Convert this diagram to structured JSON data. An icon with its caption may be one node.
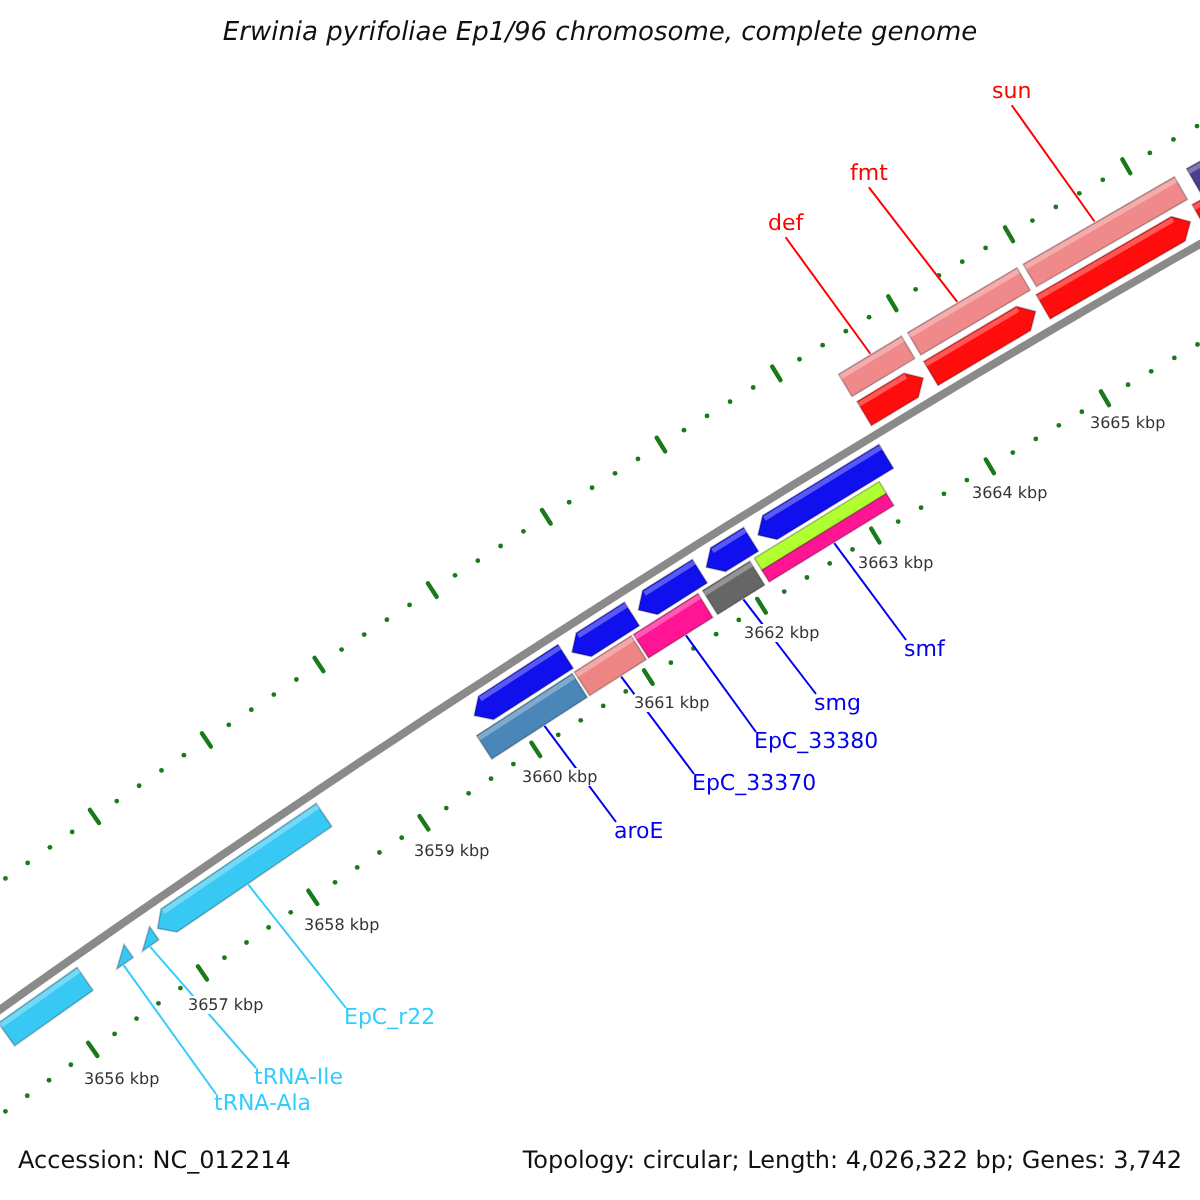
{
  "diagram": {
    "title": "Erwinia pyrifoliae Ep1/96 chromosome, complete genome",
    "nodes": [
      {
        "text": [
          "sun"
        ]
      },
      {
        "text": [
          "fmt"
        ]
      },
      {
        "text": [
          "def"
        ]
      },
      {
        "text": [],
        "shape": "bar"
      },
      {
        "text": [],
        "shape": "bar"
      },
      {
        "text": [],
        "shape": "bar"
      },
      {
        "text": [],
        "shape": "bar"
      },
      {
        "text": [],
        "shape": "arrow"
      },
      {
        "text": [],
        "shape": "arrow"
      },
      {
        "text": [],
        "shape": "arrow"
      },
      {
        "text": [],
        "shape": "bar"
      },
      {
        "text": [],
        "shape": "arrow"
      },
      {
        "text": [],
        "shape": "arrow"
      },
      {
        "text": [],
        "shape": "arrow"
      },
      {
        "text": [],
        "shape": "arrow"
      },
      {
        "text": [],
        "shape": "arrow"
      },
      {
        "text": [],
        "shape": "bar"
      },
      {
        "text": [],
        "shape": "bar"
      },
      {
        "text": [],
        "shape": "bar"
      },
      {
        "text": [],
        "shape": "bar"
      },
      {
        "text": [],
        "shape": "bar"
      },
      {
        "text": [],
        "shape": "bar"
      },
      {
        "text": [],
        "shape": "bar"
      },
      {
        "text": [],
        "shape": "triangle"
      },
      {
        "text": [],
        "shape": "triangle"
      },
      {
        "text": [],
        "shape": "arrow"
      },
      {
        "text": [
          "smf"
        ]
      },
      {
        "text": [
          "smg"
        ]
      },
      {
        "text": [
          "EpC_33380"
        ]
      },
      {
        "text": [
          "EpC_33370"
        ]
      },
      {
        "text": [
          "aroE"
        ]
      },
      {
        "text": [
          "EpC_r22"
        ]
      },
      {
        "text": [
          "tRNA-Ile"
        ]
      },
      {
        "text": [
          "tRNA-Ala"
        ]
      }
    ],
    "edges": [
      {
        "from": 0,
        "to": 6,
        "arrow": "none",
        "color": "#ff0000"
      },
      {
        "from": 1,
        "to": 5,
        "arrow": "none",
        "color": "#ff0000"
      },
      {
        "from": 2,
        "to": 4,
        "arrow": "none",
        "color": "#ff0000"
      },
      {
        "from": 26,
        "to": 21,
        "arrow": "none"
      },
      {
        "from": 27,
        "to": 19,
        "arrow": "none"
      },
      {
        "from": 28,
        "to": 18,
        "arrow": "none"
      },
      {
        "from": 29,
        "to": 17,
        "arrow": "none"
      },
      {
        "from": 30,
        "to": 16,
        "arrow": "none"
      },
      {
        "from": 31,
        "to": 25,
        "arrow": "none",
        "color": "#33ccff"
      },
      {
        "from": 32,
        "to": 24,
        "arrow": "none",
        "color": "#33ccff"
      },
      {
        "from": 33,
        "to": 23,
        "arrow": "none",
        "color": "#33ccff"
      }
    ],
    "labels": [
      "3665 kbp",
      "3664 kbp",
      "3663 kbp",
      "3662 kbp",
      "3661 kbp",
      "3660 kbp",
      "3659 kbp",
      "3658 kbp",
      "3657 kbp",
      "3656 kbp",
      "Accession: NC_012214",
      "Topology: circular; Length: 4,026,322 bp; Genes: 3,742"
    ]
  }
}
